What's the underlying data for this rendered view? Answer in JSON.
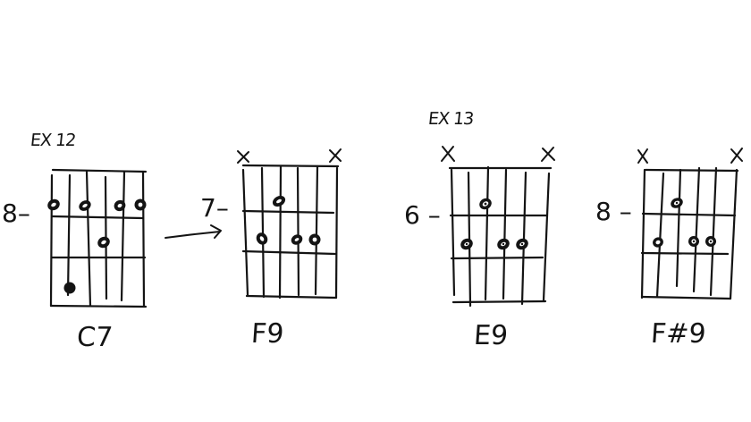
{
  "ink_color": "#141414",
  "background_color": "#ffffff",
  "examples": [
    {
      "label": "EX 12",
      "chords": [
        {
          "name": "C7",
          "fret_number": "8",
          "fret_marker": "8–",
          "muted_strings": [],
          "dots": [
            {
              "string": 1,
              "fret_row": 1
            },
            {
              "string": 3,
              "fret_row": 1
            },
            {
              "string": 5,
              "fret_row": 1
            },
            {
              "string": 6,
              "fret_row": 1
            },
            {
              "string": 4,
              "fret_row": 2
            },
            {
              "string": 2,
              "fret_row": 3
            }
          ]
        },
        {
          "name": "F9",
          "fret_number": "7",
          "fret_marker": "7–",
          "muted_strings": [
            1,
            6
          ],
          "mute_symbol": "X",
          "dots": [
            {
              "string": 3,
              "fret_row": 1
            },
            {
              "string": 2,
              "fret_row": 2
            },
            {
              "string": 4,
              "fret_row": 2
            },
            {
              "string": 5,
              "fret_row": 2
            }
          ]
        }
      ],
      "transition_arrow": "→"
    },
    {
      "label": "EX 13",
      "chords": [
        {
          "name": "E9",
          "fret_number": "6",
          "fret_marker": "6 –",
          "muted_strings": [
            1,
            6
          ],
          "mute_symbol": "X",
          "dots": [
            {
              "string": 3,
              "fret_row": 1
            },
            {
              "string": 2,
              "fret_row": 2
            },
            {
              "string": 4,
              "fret_row": 2
            },
            {
              "string": 5,
              "fret_row": 2
            }
          ]
        },
        {
          "name": "F#9",
          "fret_number": "8",
          "fret_marker": "8 –",
          "muted_strings": [
            1,
            6
          ],
          "mute_symbol": "X",
          "dots": [
            {
              "string": 3,
              "fret_row": 1
            },
            {
              "string": 2,
              "fret_row": 2
            },
            {
              "string": 4,
              "fret_row": 2
            },
            {
              "string": 5,
              "fret_row": 2
            }
          ]
        }
      ]
    }
  ]
}
